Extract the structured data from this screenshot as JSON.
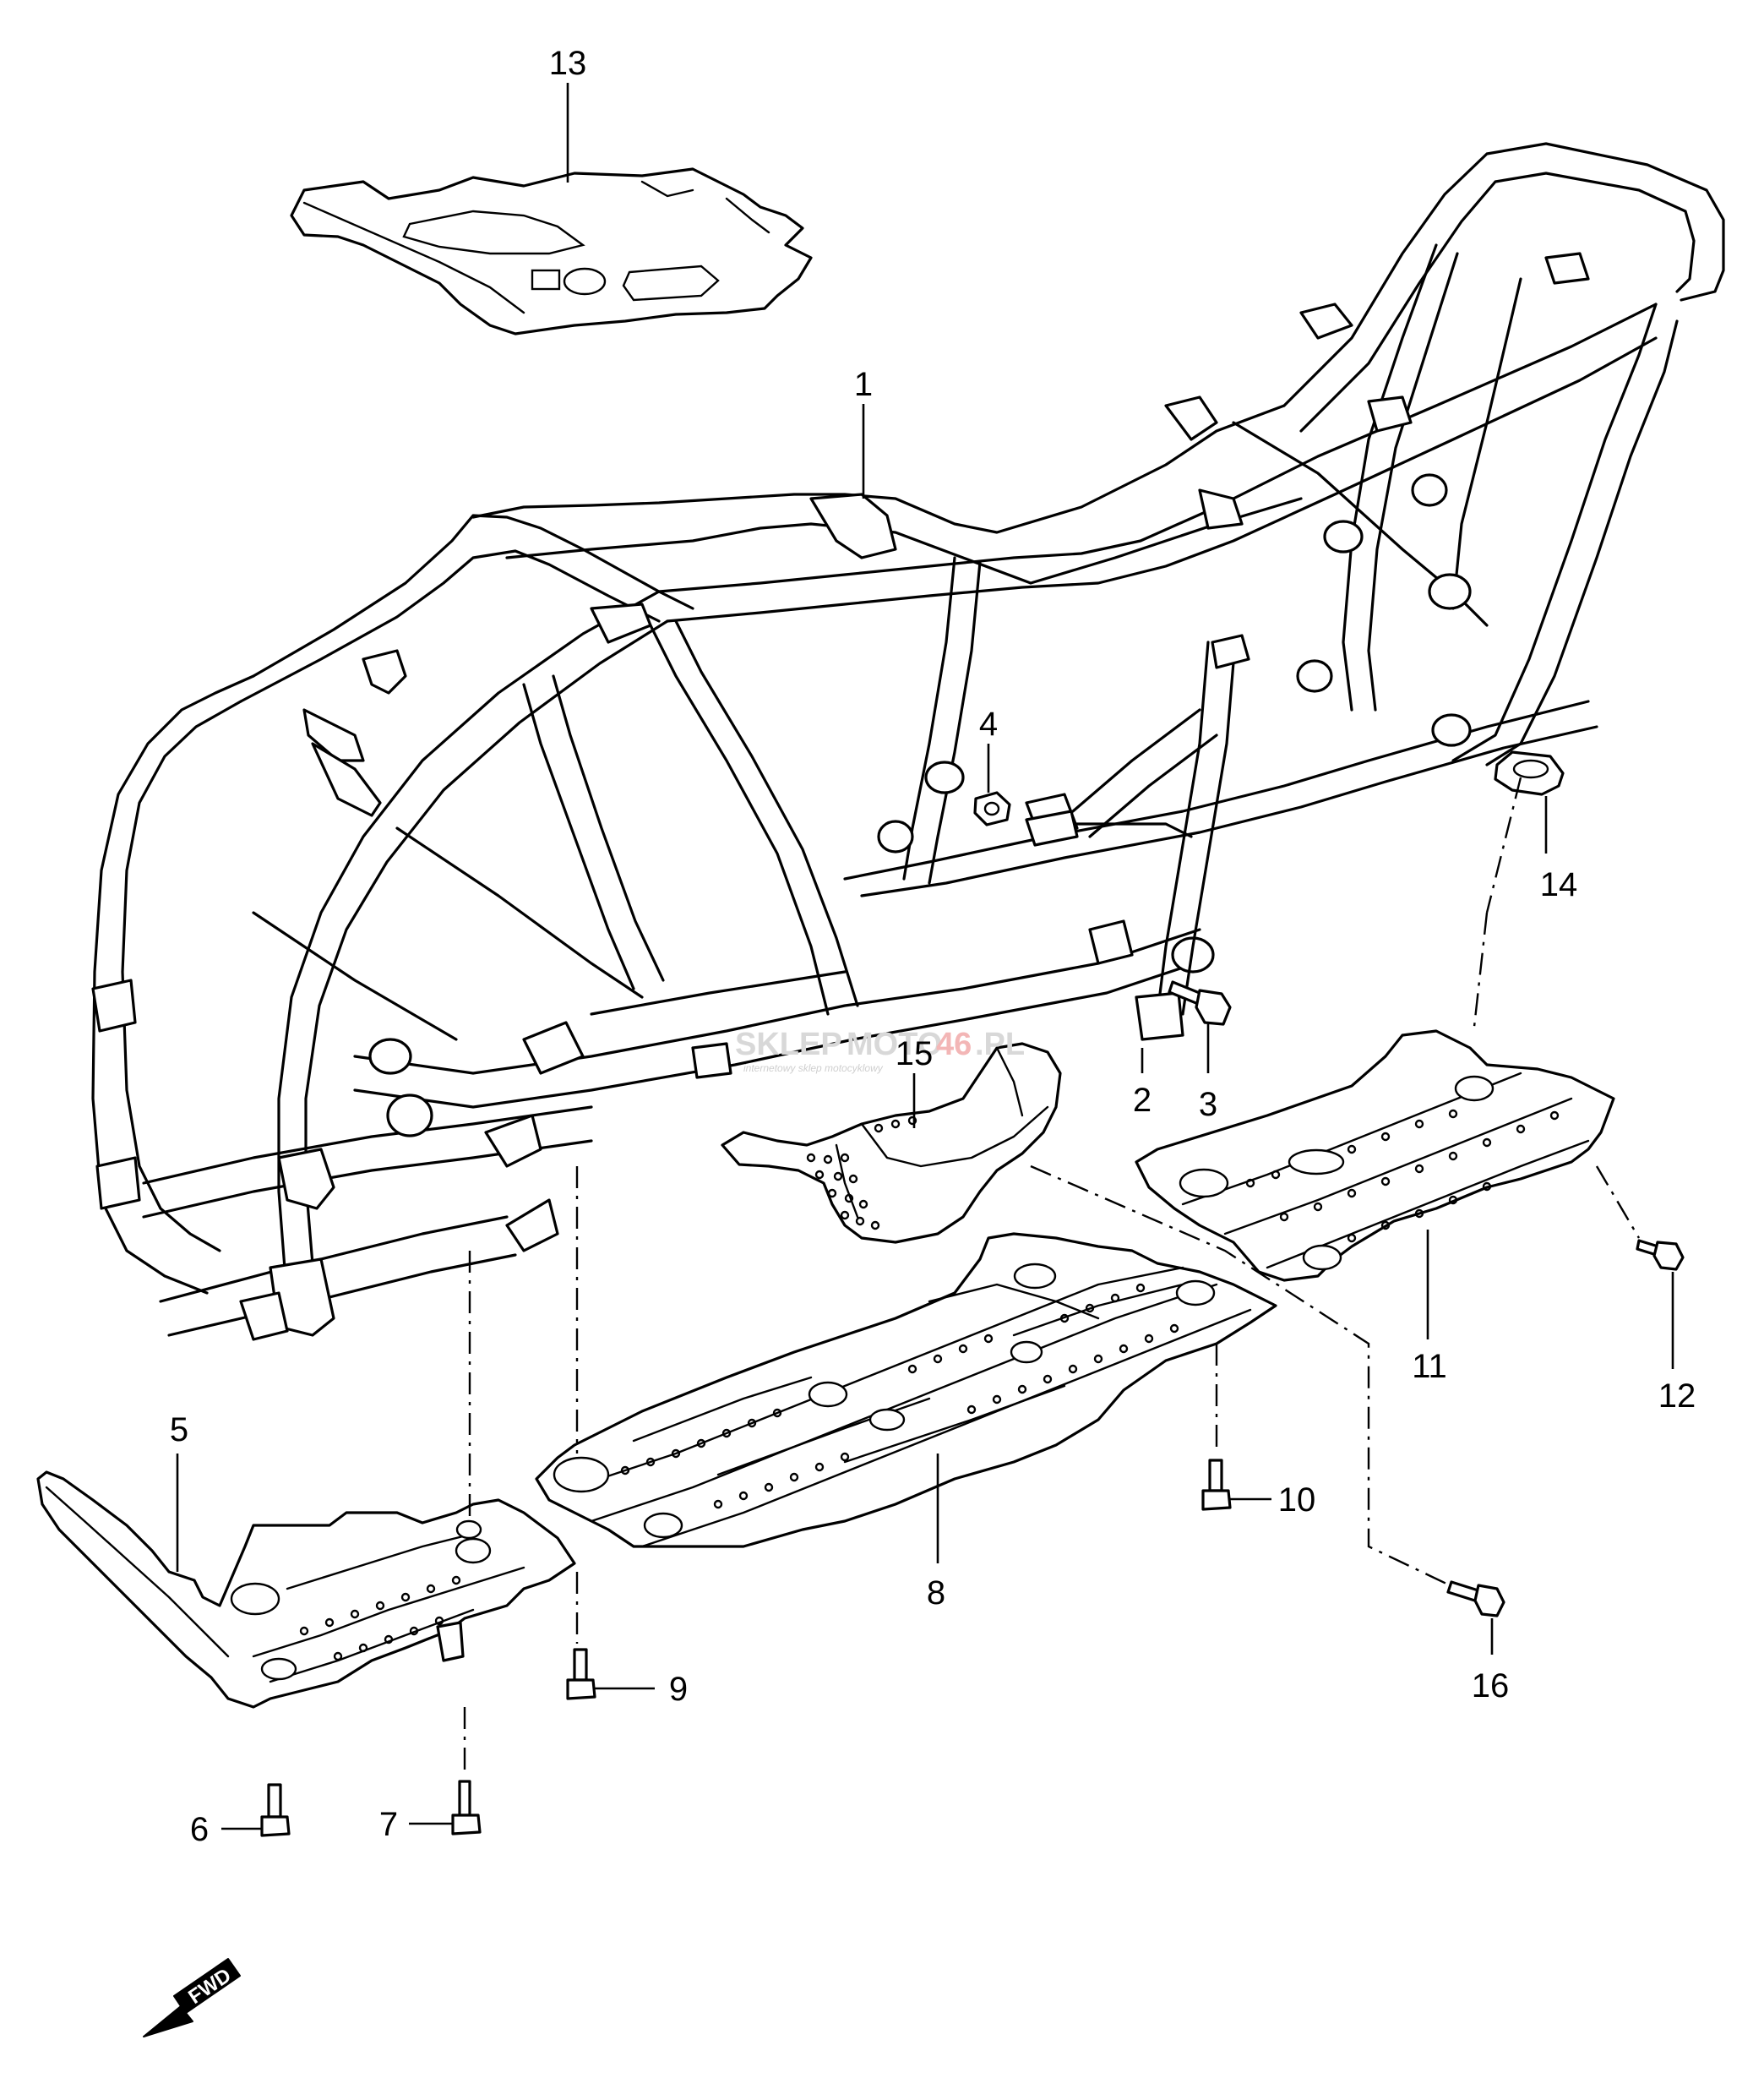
{
  "diagram": {
    "callouts": {
      "c1": "1",
      "c2": "2",
      "c3": "3",
      "c4": "4",
      "c5": "5",
      "c6": "6",
      "c7": "7",
      "c8": "8",
      "c9": "9",
      "c10": "10",
      "c11": "11",
      "c12": "12",
      "c13": "13",
      "c14": "14",
      "c15": "15",
      "c16": "16"
    },
    "watermark": {
      "brand_a": "SKLEP",
      "brand_b": "MOTO",
      "brand_c": "46",
      "brand_d": ".PL",
      "subtitle": "internetowy sklep motocyklowy"
    },
    "direction_indicator": "FWD"
  }
}
